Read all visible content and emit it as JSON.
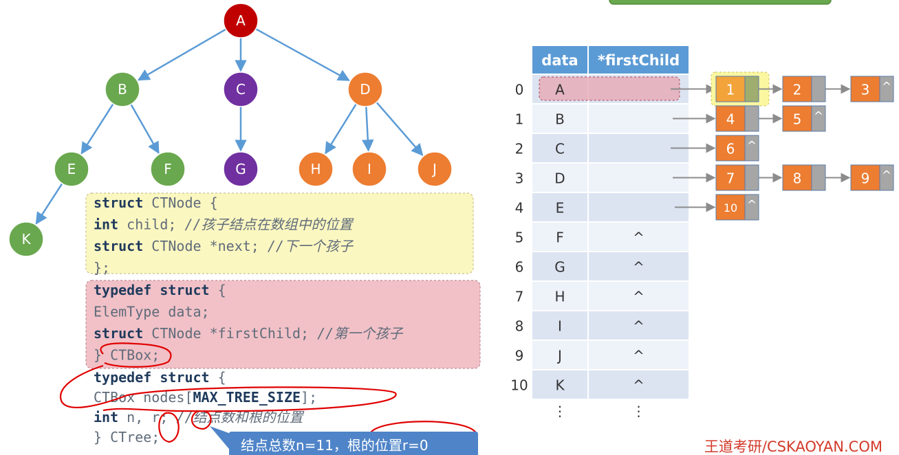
{
  "colors": {
    "green": "#6aa84f",
    "purple": "#7030a0",
    "orange": "#ed7d31",
    "red": "#c00000",
    "edge": "#5b9bd5",
    "table_header": "#5b9bd5",
    "row_a": "#dce4f2",
    "row_b": "#eef2f9",
    "link_node": "#ed7d31",
    "link_ptr": "#a6a6a6",
    "struct1_bg": "#fbf7c0",
    "struct2_bg": "#f1c1c7",
    "callout_bg": "#4f84c8",
    "ink": "#e00000"
  },
  "tree": {
    "nodes": [
      {
        "id": "A",
        "label": "A",
        "color": "red"
      },
      {
        "id": "B",
        "label": "B",
        "color": "green"
      },
      {
        "id": "C",
        "label": "C",
        "color": "purple"
      },
      {
        "id": "D",
        "label": "D",
        "color": "orange"
      },
      {
        "id": "E",
        "label": "E",
        "color": "green"
      },
      {
        "id": "F",
        "label": "F",
        "color": "green"
      },
      {
        "id": "G",
        "label": "G",
        "color": "purple"
      },
      {
        "id": "H",
        "label": "H",
        "color": "orange"
      },
      {
        "id": "I",
        "label": "I",
        "color": "orange"
      },
      {
        "id": "J",
        "label": "J",
        "color": "orange"
      },
      {
        "id": "K",
        "label": "K",
        "color": "green"
      }
    ],
    "edges": [
      [
        "A",
        "B"
      ],
      [
        "A",
        "C"
      ],
      [
        "A",
        "D"
      ],
      [
        "B",
        "E"
      ],
      [
        "B",
        "F"
      ],
      [
        "C",
        "G"
      ],
      [
        "D",
        "H"
      ],
      [
        "D",
        "I"
      ],
      [
        "D",
        "J"
      ],
      [
        "E",
        "K"
      ]
    ]
  },
  "code": {
    "ctnode": [
      [
        {
          "t": "struct ",
          "c": "kw"
        },
        {
          "t": "CTNode {",
          "c": ""
        }
      ],
      [
        {
          "t": "    int ",
          "c": "kw"
        },
        {
          "t": "child;  ",
          "c": ""
        },
        {
          "t": "//孩子结点在数组中的位置",
          "c": "cm"
        }
      ],
      [
        {
          "t": "    struct ",
          "c": "kw"
        },
        {
          "t": "CTNode *next;    ",
          "c": ""
        },
        {
          "t": "//下一个孩子",
          "c": "cm"
        }
      ],
      [
        {
          "t": "};",
          "c": ""
        }
      ]
    ],
    "ctbox": [
      [
        {
          "t": "typedef struct ",
          "c": "kw"
        },
        {
          "t": "{",
          "c": ""
        }
      ],
      [
        {
          "t": "    ElemType data;",
          "c": ""
        }
      ],
      [
        {
          "t": "    struct ",
          "c": "kw"
        },
        {
          "t": "CTNode *firstChild;  ",
          "c": ""
        },
        {
          "t": "//第一个孩子",
          "c": "cm"
        }
      ],
      [
        {
          "t": "} CTBox;",
          "c": ""
        }
      ]
    ],
    "ctree": [
      [
        {
          "t": "typedef struct ",
          "c": "kw"
        },
        {
          "t": "{",
          "c": ""
        }
      ],
      [
        {
          "t": "    CTBox nodes[",
          "c": ""
        },
        {
          "t": "MAX_TREE_SIZE",
          "c": "kw"
        },
        {
          "t": "];",
          "c": ""
        }
      ],
      [
        {
          "t": "    int ",
          "c": "kw"
        },
        {
          "t": "n, r;    ",
          "c": ""
        },
        {
          "t": "//结点数和根的位置",
          "c": "cm"
        }
      ],
      [
        {
          "t": "} CTree;",
          "c": ""
        }
      ]
    ]
  },
  "table": {
    "headers": [
      "data",
      "*firstChild"
    ],
    "rows": [
      {
        "index": "0",
        "data": "A",
        "child": ""
      },
      {
        "index": "1",
        "data": "B",
        "child": ""
      },
      {
        "index": "2",
        "data": "C",
        "child": ""
      },
      {
        "index": "3",
        "data": "D",
        "child": ""
      },
      {
        "index": "4",
        "data": "E",
        "child": ""
      },
      {
        "index": "5",
        "data": "F",
        "child": "^"
      },
      {
        "index": "6",
        "data": "G",
        "child": "^"
      },
      {
        "index": "7",
        "data": "H",
        "child": "^"
      },
      {
        "index": "8",
        "data": "I",
        "child": "^"
      },
      {
        "index": "9",
        "data": "J",
        "child": "^"
      },
      {
        "index": "10",
        "data": "K",
        "child": "^"
      }
    ],
    "ellipsis": "⋮"
  },
  "child_lists": [
    {
      "row": 0,
      "items": [
        "1",
        "2",
        "3"
      ]
    },
    {
      "row": 1,
      "items": [
        "4",
        "5"
      ]
    },
    {
      "row": 2,
      "items": [
        "6"
      ]
    },
    {
      "row": 3,
      "items": [
        "7",
        "8",
        "9"
      ]
    },
    {
      "row": 4,
      "items": [
        "10"
      ]
    }
  ],
  "null_symbol": "^",
  "callout": "结点总数n=11，根的位置r=0",
  "watermark": "王道考研/CSKAOYAN.COM"
}
